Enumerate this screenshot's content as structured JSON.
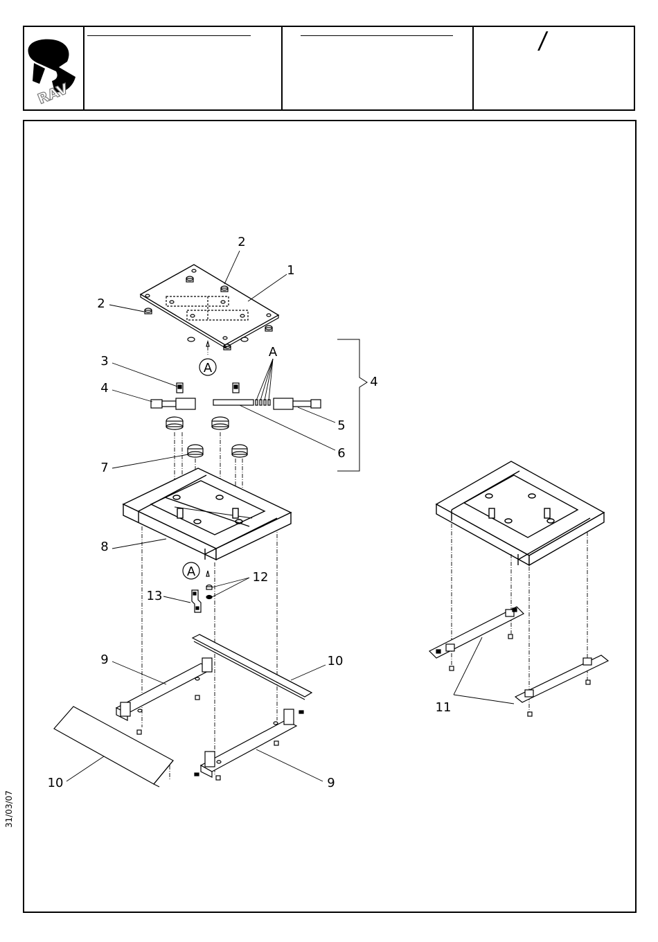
{
  "header": {
    "logo_text": "RAV",
    "cell1_line": "",
    "cell2_line": "",
    "cell3_slash": "/"
  },
  "date_stamp": "31/03/07",
  "callouts": {
    "c1": "1",
    "c2a": "2",
    "c2b": "2",
    "c3": "3",
    "c4a": "4",
    "c4b": "4",
    "c5": "5",
    "c6": "6",
    "c7": "7",
    "c8": "8",
    "c9a": "9",
    "c9b": "9",
    "c10a": "10",
    "c10b": "10",
    "c11": "11",
    "c12": "12",
    "c13": "13",
    "detailA1": "A",
    "detailA2": "A",
    "detailA3": "A"
  }
}
